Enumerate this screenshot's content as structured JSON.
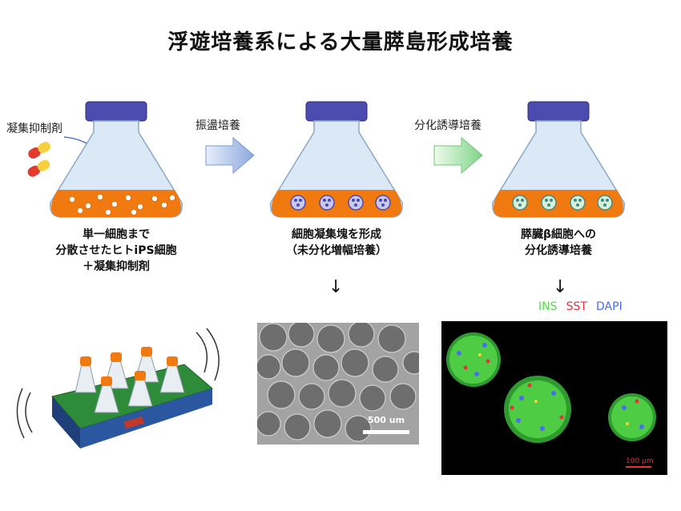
{
  "title": "浮遊培養系による大量膵島形成培養",
  "inhibitor_label": "凝集抑制剤",
  "arrow1_label": "振盪培養",
  "arrow2_label": "分化誘導培養",
  "caption1": [
    "単一細胞まで",
    "分散させたヒトiPS細胞",
    "＋凝集抑制剤"
  ],
  "caption2": [
    "細胞凝集塊を形成",
    "（未分化増幅培養）"
  ],
  "caption3": [
    "膵臓β細胞への",
    "分化誘導培養"
  ],
  "down_arrow": "↓",
  "scalebar_micro": "500 um",
  "scalebar_fluor": "100 µm",
  "legend": {
    "ins": "INS",
    "sst": "SST",
    "dapi": "DAPI"
  },
  "colors": {
    "orange_medium": "#f07a10",
    "flask_cap": "#4b4bb0",
    "flask_glass": "#dbe9f6",
    "arrow_blue": "#9fb6e2",
    "arrow_green": "#a8e6a8",
    "ins": "#56d94a",
    "sst": "#e8303a",
    "dapi": "#4a6cf0"
  }
}
